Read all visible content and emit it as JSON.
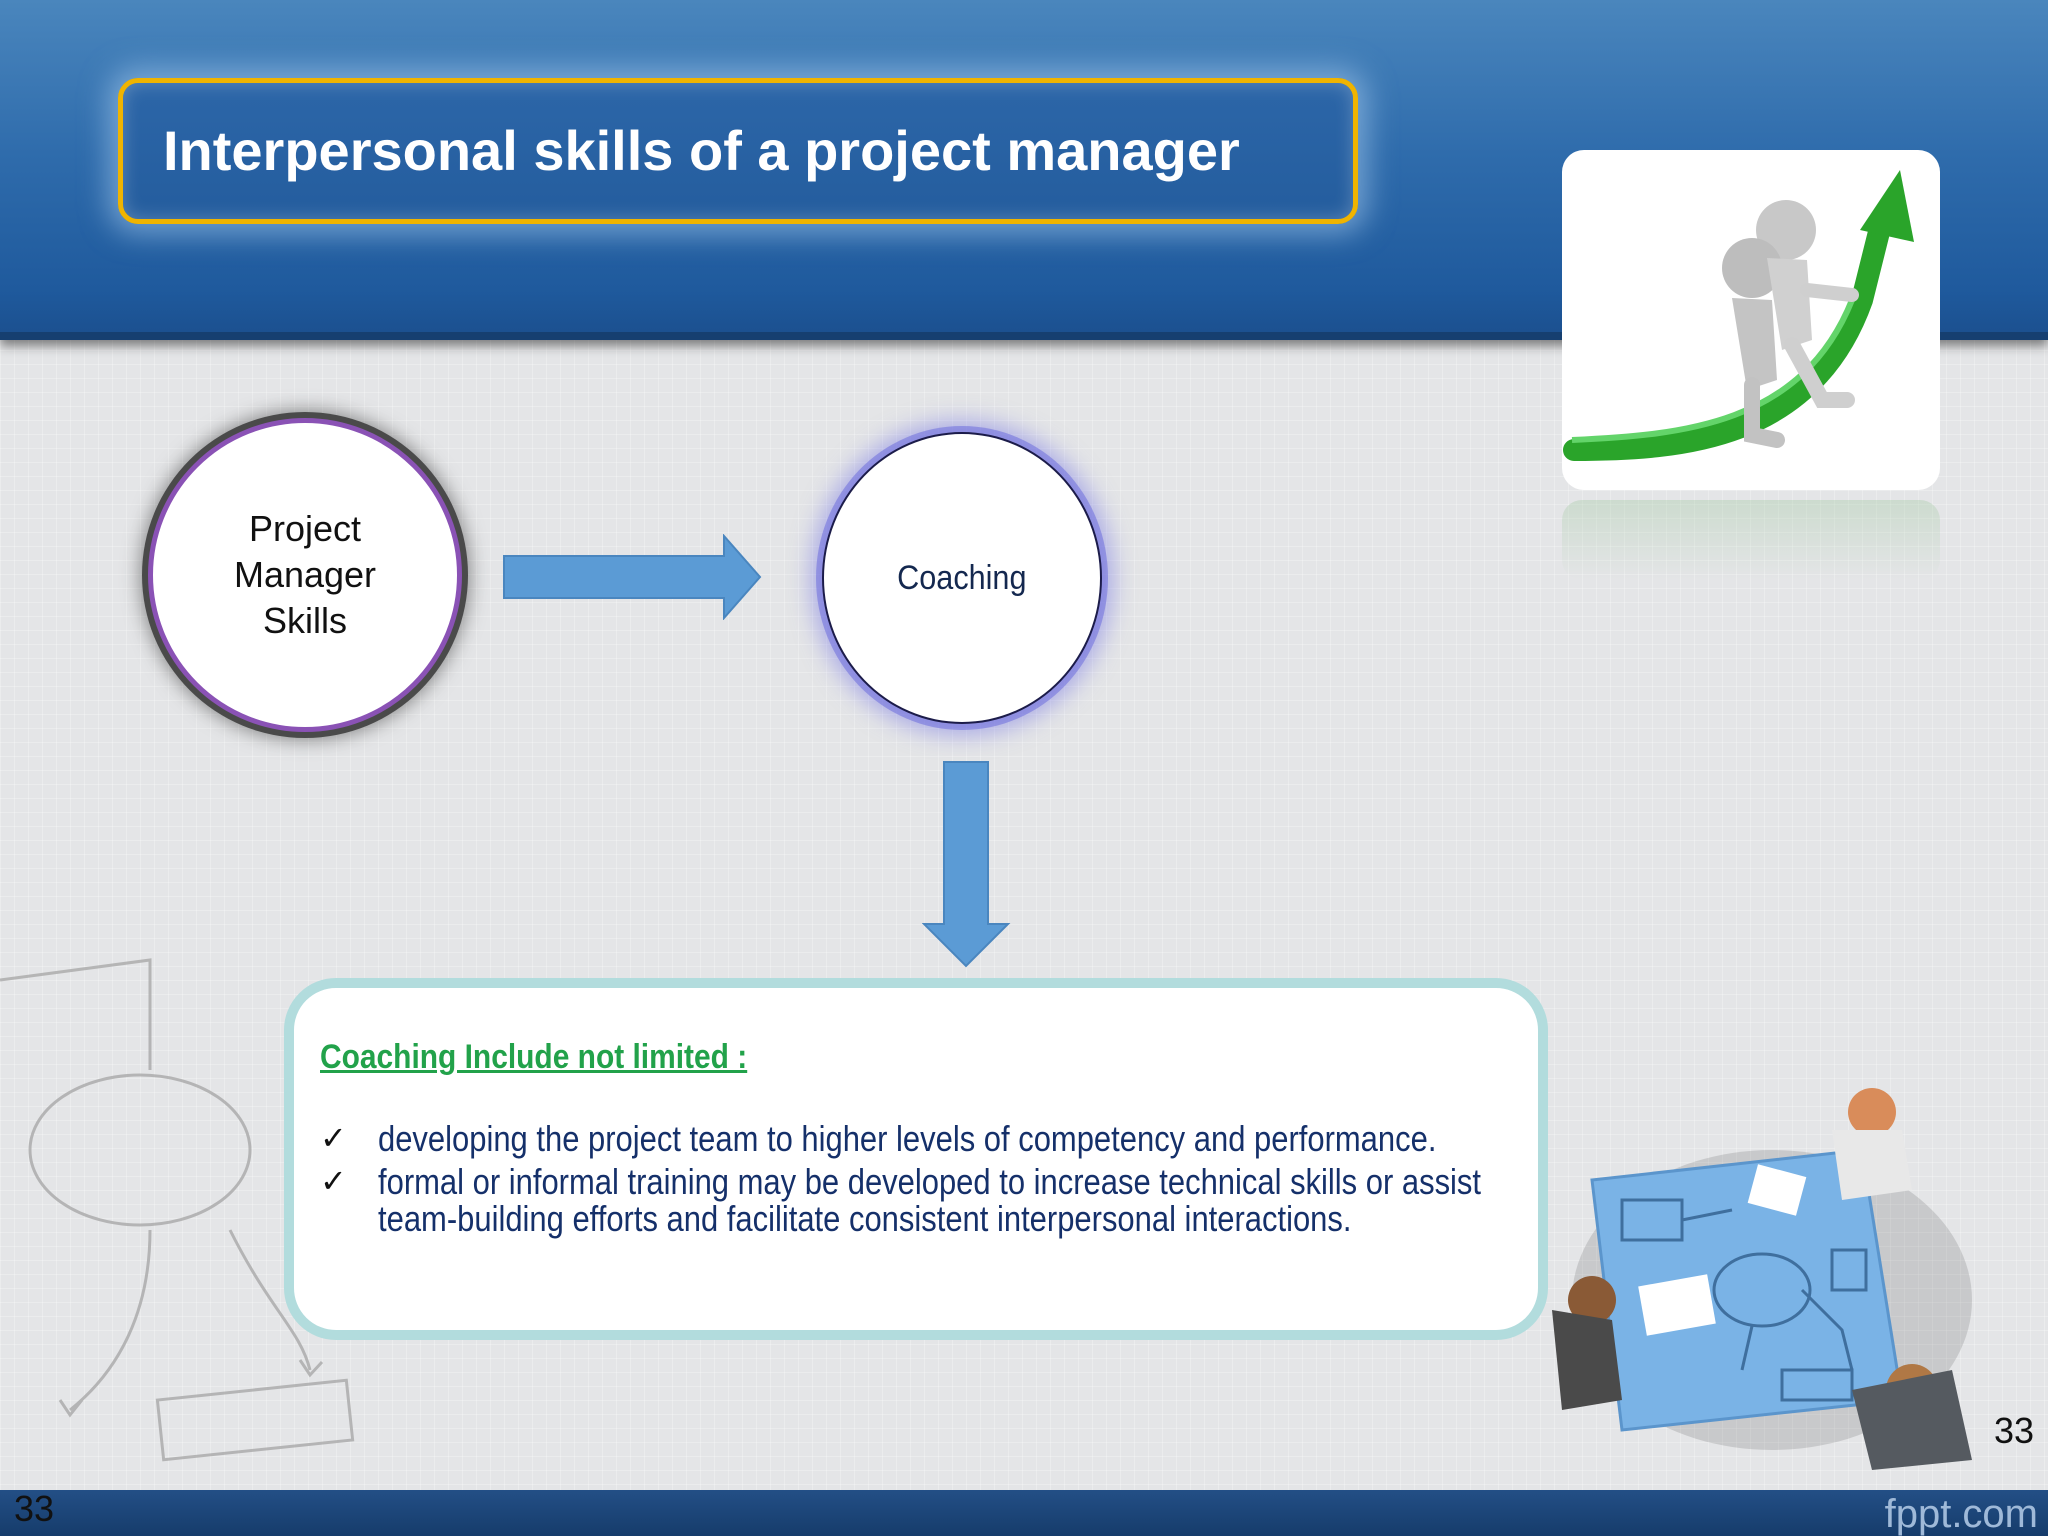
{
  "title": "Interpersonal skills of a project manager",
  "diagram": {
    "source_circle": "Project\nManager\nSkills",
    "target_circle": "Coaching"
  },
  "info_box": {
    "heading": "Coaching Include not limited :",
    "bullets": [
      "developing the project team to higher levels of competency and performance.",
      "formal or informal training may be developed to increase technical skills or assist team-building efforts and facilitate consistent interpersonal interactions."
    ]
  },
  "page_number": "33",
  "footer_brand": "fppt.com",
  "icons": [
    "growth-arrow-illustration",
    "team-planning-illustration",
    "flowchart-sketch",
    "check-icon"
  ],
  "colors": {
    "header_blue": "#2f6cac",
    "title_border": "#f0b400",
    "heading_green": "#22a24a",
    "arrow_blue": "#5b9bd5",
    "pm_circle_border": "#8a52b5"
  }
}
